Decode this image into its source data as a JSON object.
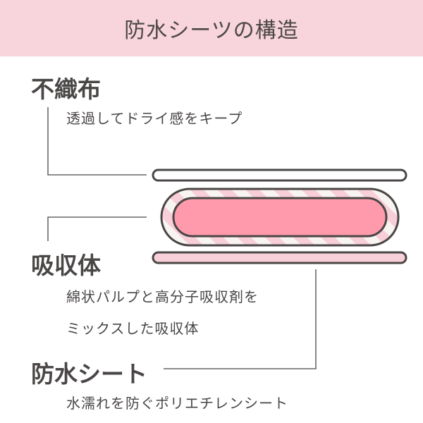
{
  "header": {
    "title": "防水シーツの構造"
  },
  "layers": [
    {
      "name": "不織布",
      "description": [
        "透過してドライ感をキープ"
      ]
    },
    {
      "name": "吸収体",
      "description": [
        "綿状パルプと高分子吸収剤を",
        "ミックスした吸収体"
      ]
    },
    {
      "name": "防水シート",
      "description": [
        "水濡れを防ぐポリエチレンシート"
      ]
    }
  ],
  "colors": {
    "header_bg": "#f8d4dc",
    "text": "#4a4646",
    "outline": "#4a4646",
    "nonwoven_fill": "#ffffff",
    "absorber_core": "#ff9aac",
    "absorber_stripe_pink": "#f8cfd8",
    "absorber_stripe_white": "#f8f4f2",
    "waterproof_fill": "#f8d0da"
  }
}
